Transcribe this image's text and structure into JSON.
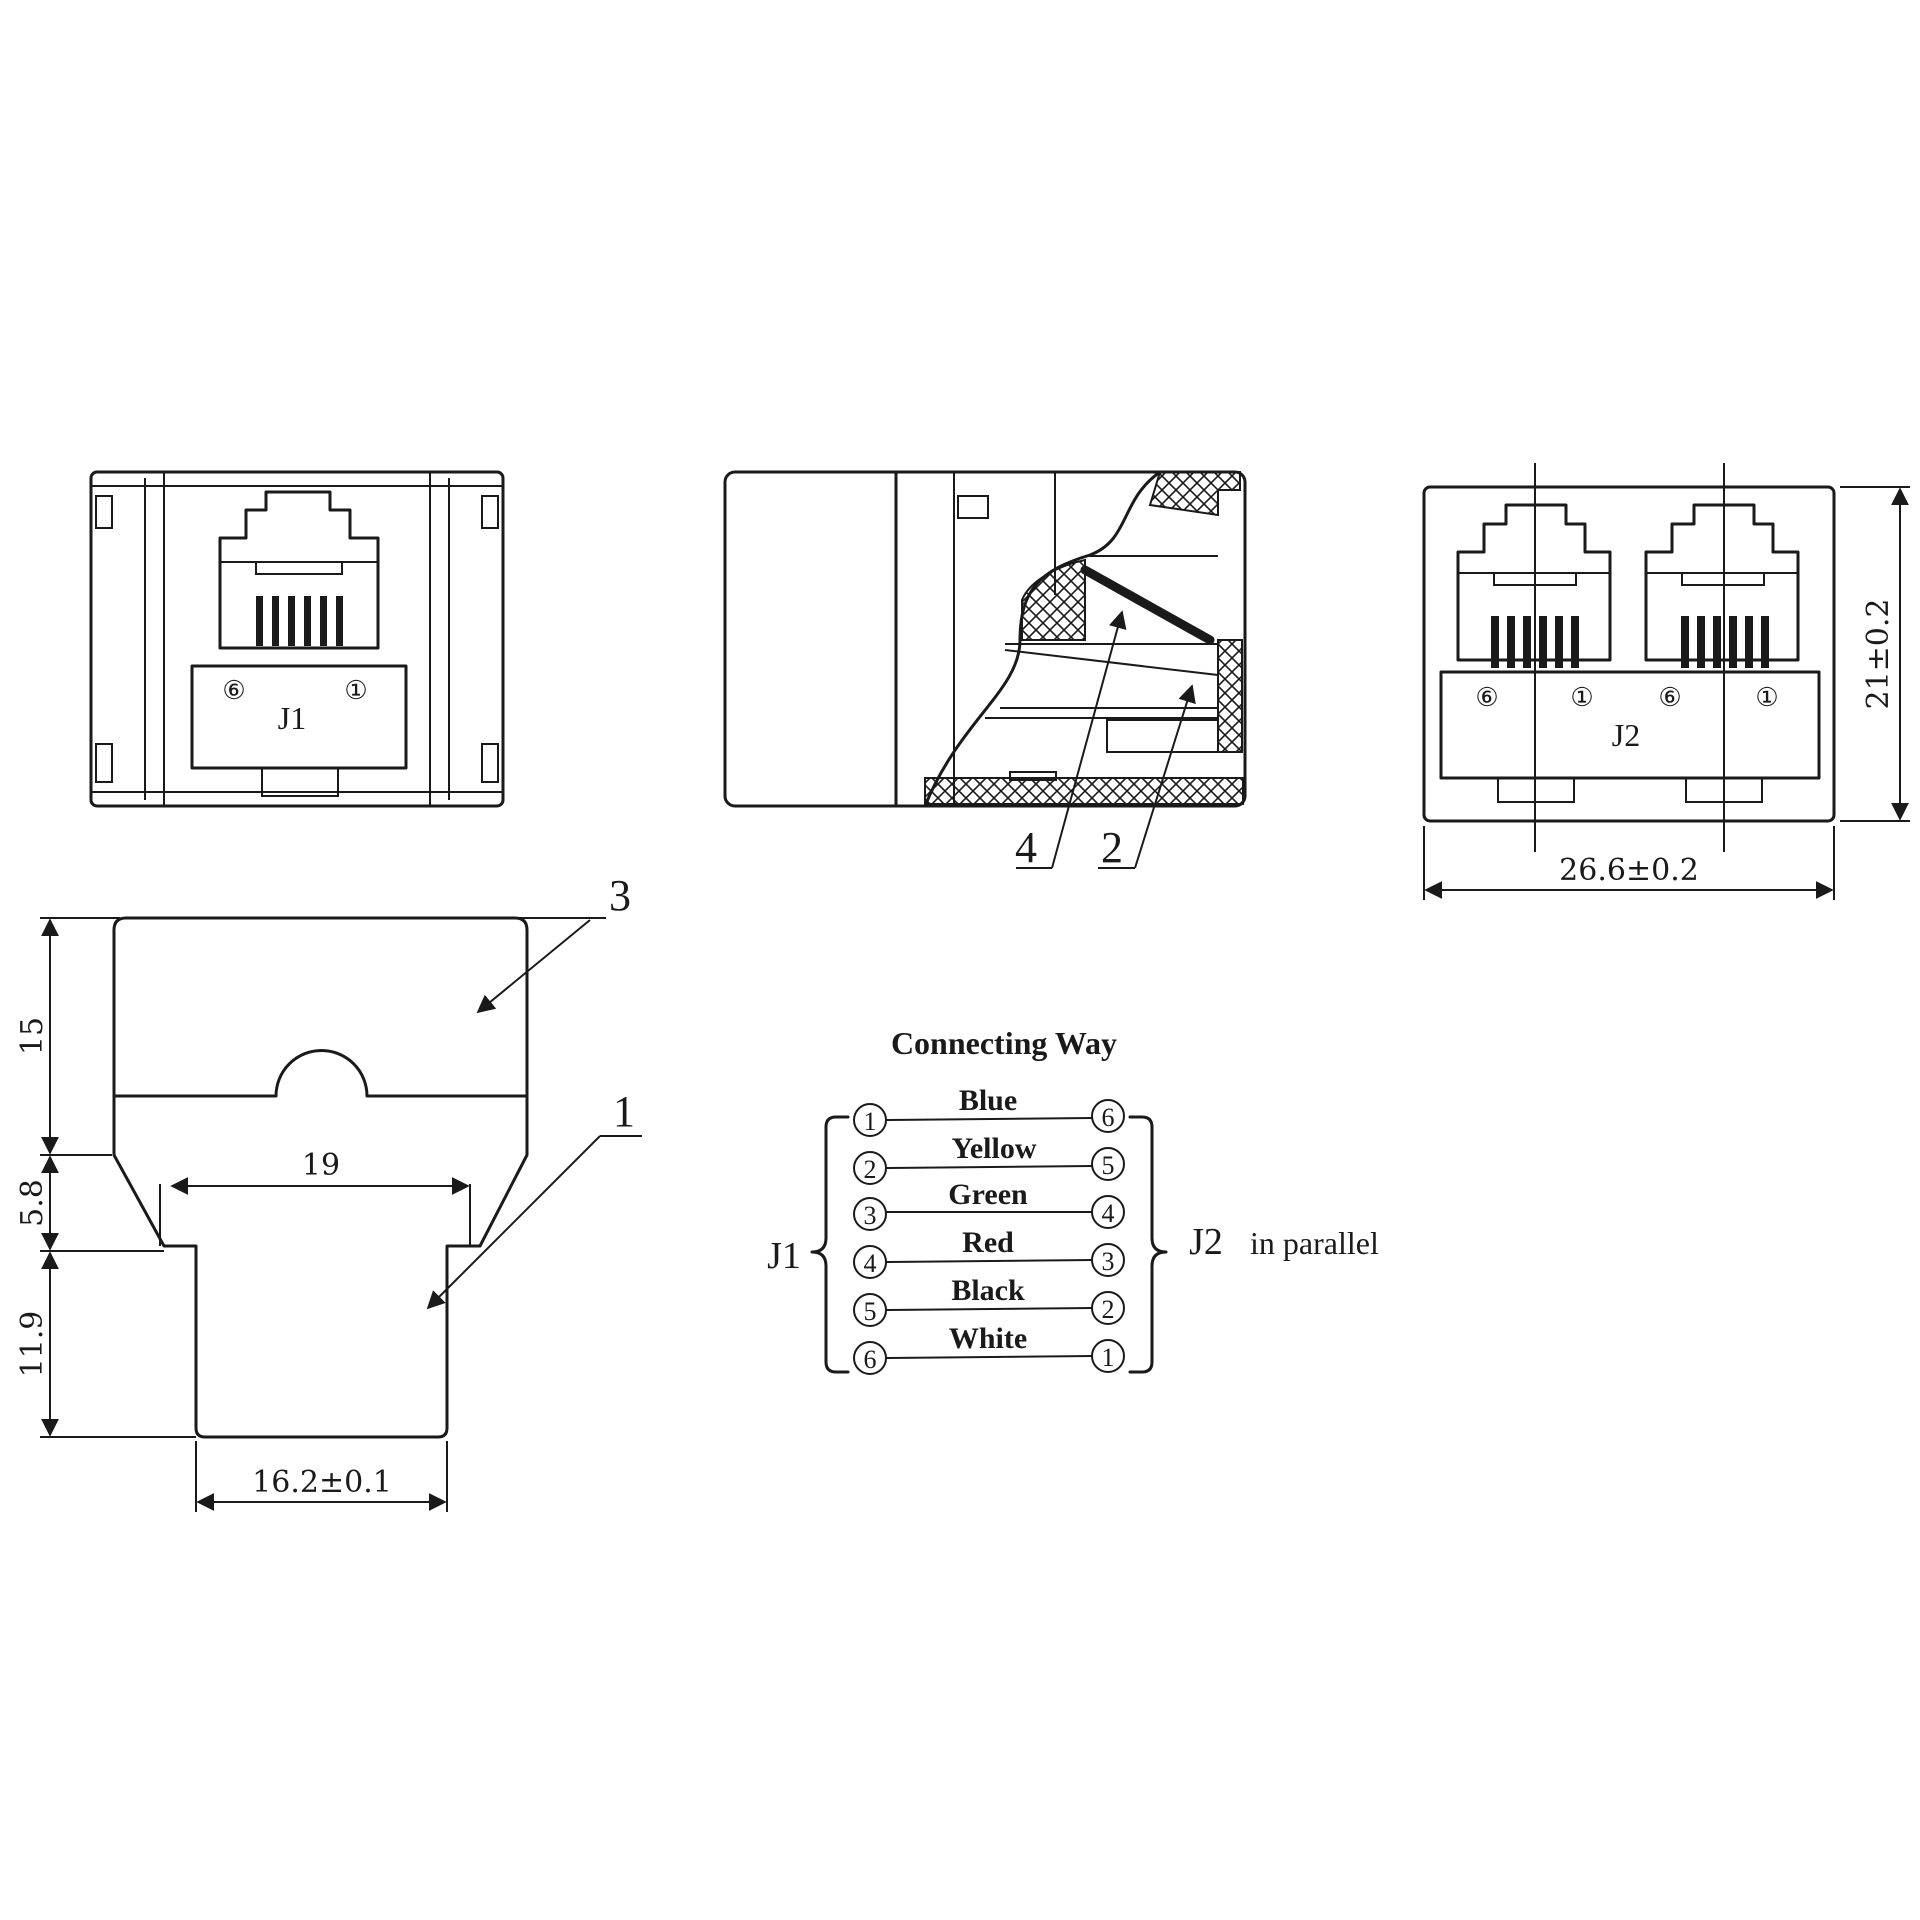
{
  "front_view_j1": {
    "jack_label": "J1",
    "pin_left": "⑥",
    "pin_right": "①"
  },
  "section_view": {
    "callout_4": "4",
    "callout_2": "2"
  },
  "front_view_j2": {
    "jack_label": "J2",
    "pins": [
      "⑥",
      "①",
      "⑥",
      "①"
    ],
    "width_dim": "26.6±0.2",
    "height_dim": "21±0.2"
  },
  "top_view": {
    "callout_3": "3",
    "callout_1": "1",
    "dim_15": "15",
    "dim_5_8": "5.8",
    "dim_11_9": "11.9",
    "dim_19": "19",
    "dim_width": "16.2±0.1"
  },
  "wiring": {
    "heading": "Connecting Way",
    "left_jack": "J1",
    "right_jack": "J2",
    "note": "in parallel",
    "rows": [
      {
        "left_pin": "①",
        "color": "Blue",
        "right_pin": "⑥"
      },
      {
        "left_pin": "②",
        "color": "Yellow",
        "right_pin": "⑤"
      },
      {
        "left_pin": "③",
        "color": "Green",
        "right_pin": "④"
      },
      {
        "left_pin": "④",
        "color": "Red",
        "right_pin": "③"
      },
      {
        "left_pin": "⑤",
        "color": "Black",
        "right_pin": "②"
      },
      {
        "left_pin": "⑥",
        "color": "White",
        "right_pin": "①"
      }
    ]
  }
}
